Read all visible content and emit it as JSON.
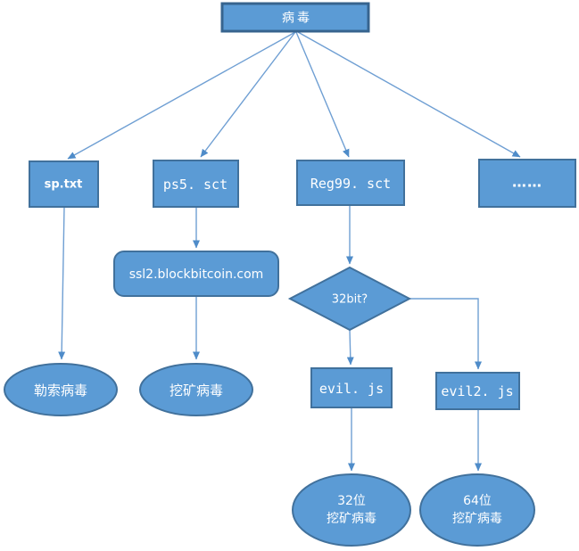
{
  "title": "virus-infection-flowchart",
  "colors": {
    "node_fill": "#5b9bd5",
    "node_border": "#41719c",
    "root_border": "#37648f",
    "connector": "#6f9fd3",
    "arrowhead": "#4f8cc9",
    "text": "#ffffff",
    "background": "#ffffff"
  },
  "nodes": {
    "root": {
      "label": "病毒"
    },
    "sp": {
      "label": "sp.txt"
    },
    "ps5": {
      "label": "ps5. sct"
    },
    "reg99": {
      "label": "Reg99. sct"
    },
    "others": {
      "label": "……"
    },
    "domain": {
      "label": "ssl2.blockbitcoin.com"
    },
    "decision": {
      "label": "32bit?"
    },
    "evil1": {
      "label": "evil. js"
    },
    "evil2": {
      "label": "evil2. js"
    },
    "ransom": {
      "label": "勒索病毒"
    },
    "mining": {
      "label": "挖矿病毒"
    },
    "mining32": {
      "line1": "32位",
      "line2": "挖矿病毒"
    },
    "mining64": {
      "line1": "64位",
      "line2": "挖矿病毒"
    }
  },
  "edges": [
    {
      "from": "root",
      "to": "sp"
    },
    {
      "from": "root",
      "to": "ps5"
    },
    {
      "from": "root",
      "to": "reg99"
    },
    {
      "from": "root",
      "to": "others"
    },
    {
      "from": "sp",
      "to": "ransom"
    },
    {
      "from": "ps5",
      "to": "domain"
    },
    {
      "from": "domain",
      "to": "mining"
    },
    {
      "from": "reg99",
      "to": "decision"
    },
    {
      "from": "decision",
      "to": "evil1"
    },
    {
      "from": "decision",
      "to": "evil2"
    },
    {
      "from": "evil1",
      "to": "mining32"
    },
    {
      "from": "evil2",
      "to": "mining64"
    }
  ]
}
